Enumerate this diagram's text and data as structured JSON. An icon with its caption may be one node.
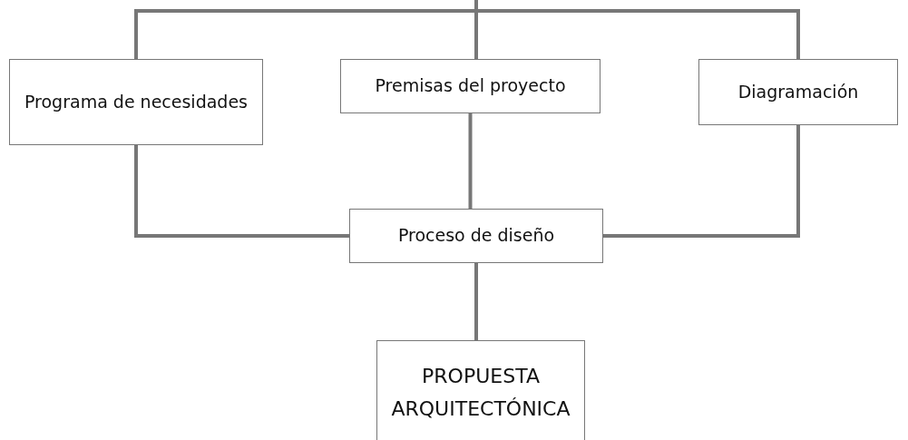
{
  "diagram": {
    "nodes": [
      {
        "text": [
          "Programa de necesidades"
        ]
      },
      {
        "text": [
          "Premisas del proyecto"
        ]
      },
      {
        "text": [
          "Diagramación"
        ]
      },
      {
        "text": [
          "Proceso de diseño"
        ]
      },
      {
        "text": [
          "PROPUESTA ARQUITECTÓNICA"
        ]
      }
    ],
    "edges": [
      {
        "from": null,
        "to": 0,
        "arrow": "none"
      },
      {
        "from": null,
        "to": 1,
        "arrow": "none"
      },
      {
        "from": null,
        "to": 2,
        "arrow": "none"
      },
      {
        "from": 0,
        "to": 3,
        "arrow": "none"
      },
      {
        "from": 1,
        "to": 3,
        "arrow": "none"
      },
      {
        "from": 2,
        "to": 3,
        "arrow": "none"
      },
      {
        "from": 3,
        "to": 4,
        "arrow": "none"
      }
    ]
  }
}
